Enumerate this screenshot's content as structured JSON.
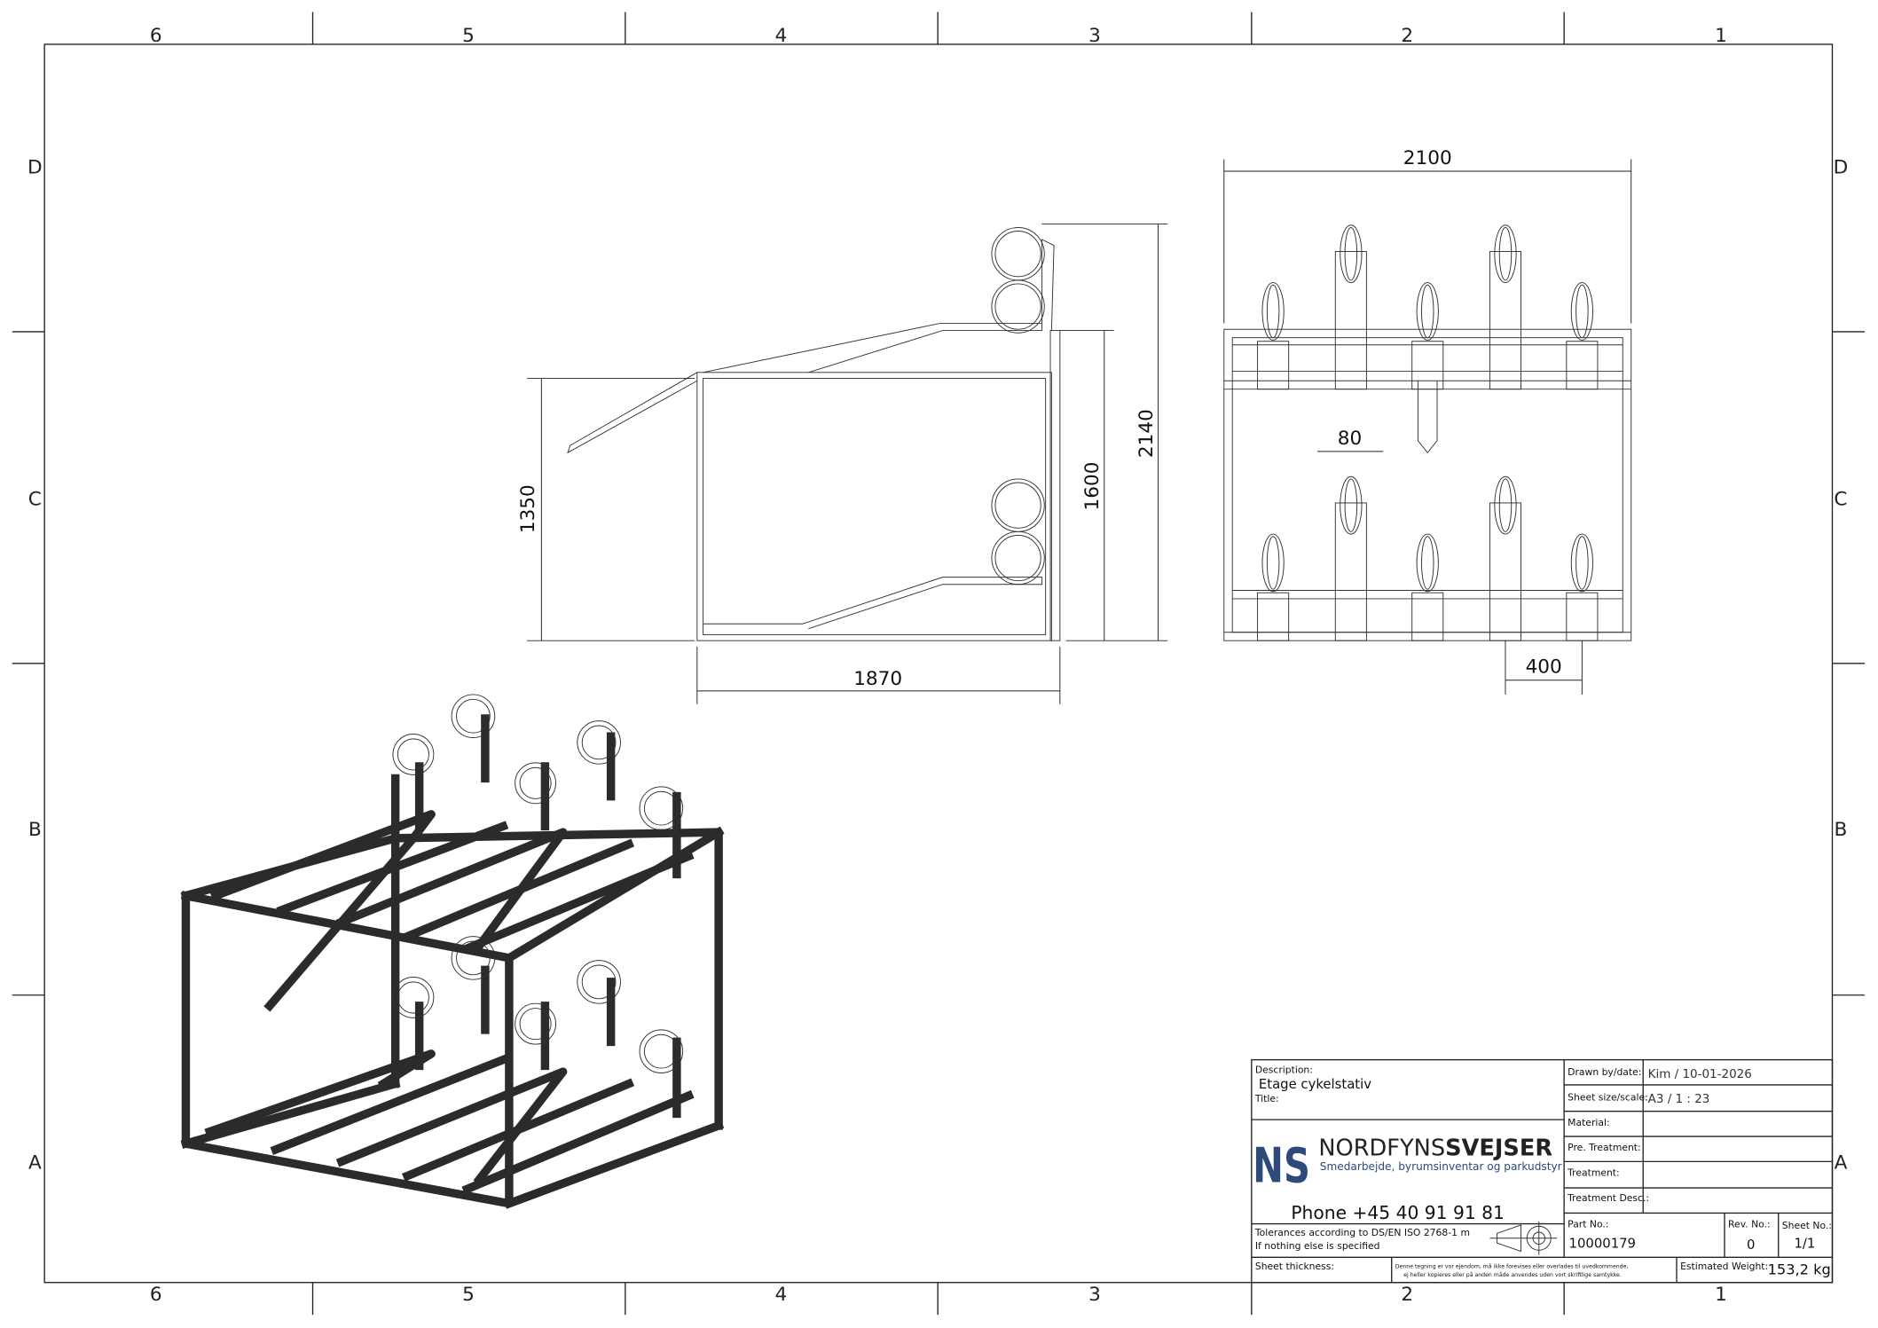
{
  "zones": {
    "columns": [
      "6",
      "5",
      "4",
      "3",
      "2",
      "1"
    ],
    "rows": [
      "D",
      "C",
      "B",
      "A"
    ]
  },
  "dimensions": {
    "side_total_height": "2140",
    "side_upper_height": "1600",
    "side_lower_height": "1350",
    "side_length": "1870",
    "front_width": "2100",
    "front_gap": "80",
    "front_spacing": "400"
  },
  "title_block": {
    "description_label": "Description:",
    "description": "Etage cykelstativ",
    "title_label": "Title:",
    "company_name_light": "NORDFYNS",
    "company_name_bold": "SVEJSER",
    "company_tagline": "Smedarbejde, byrumsinventar og parkudstyr",
    "logo_letters": "NS",
    "phone": "Phone +45 40 91 91 81",
    "tolerance_line1": "Tolerances according to DS/EN ISO 2768-1 m",
    "tolerance_line2": "If nothing else is specified",
    "sheet_thickness_label": "Sheet thickness:",
    "disclaimer_line1": "Denne tegning er vor ejendom, må ikke forevises eller overlades til uvedkommende,",
    "disclaimer_line2": "ej heller kopieres eller på anden måde anvendes uden vort skriftlige samtykke.",
    "drawn_by_label": "Drawn by/date:",
    "drawn_by": "Kim / 10-01-2026",
    "sheet_size_label": "Sheet size/scale:",
    "sheet_size": "A3 / 1 : 23",
    "material_label": "Material:",
    "pre_treatment_label": "Pre. Treatment:",
    "treatment_label": "Treatment:",
    "treatment_desc_label": "Treatment Desc.:",
    "part_no_label": "Part No.:",
    "part_no": "10000179",
    "rev_no_label": "Rev. No.:",
    "rev_no": "0",
    "sheet_no_label": "Sheet No.:",
    "sheet_no": "1/1",
    "weight_label": "Estimated Weight:",
    "weight": "153,2 kg"
  },
  "colors": {
    "logo": "#2e4a7a",
    "line": "#222222"
  }
}
